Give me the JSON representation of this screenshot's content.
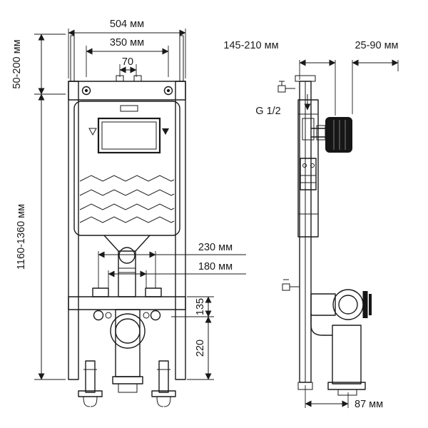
{
  "diagram": {
    "type": "technical-installation-drawing",
    "views": [
      "front",
      "side"
    ],
    "units": "мм",
    "colors": {
      "line": "#1a1a1a",
      "background": "#ffffff"
    },
    "dimensions": {
      "d504": "504 мм",
      "d350": "350 мм",
      "d70": "70",
      "d50_200": "50-200 мм",
      "d1160_1360": "1160-1360 мм",
      "d230": "230 мм",
      "d180": "180 мм",
      "d135": "135",
      "d220": "220",
      "d145_210": "145-210 мм",
      "d25_90": "25-90 мм",
      "thread": "G 1/2",
      "d87": "87 мм"
    }
  }
}
